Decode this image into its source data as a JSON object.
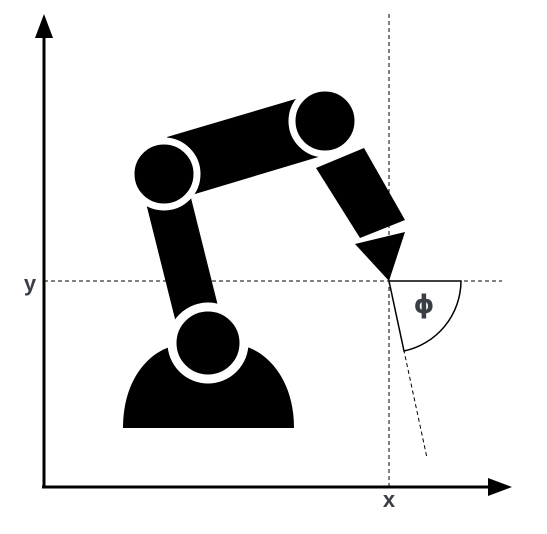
{
  "labels": {
    "x_axis": "x",
    "y_axis": "y",
    "angle": "ϕ"
  },
  "colors": {
    "ink": "#000000",
    "label": "#3a3f45",
    "background": "#ffffff"
  }
}
